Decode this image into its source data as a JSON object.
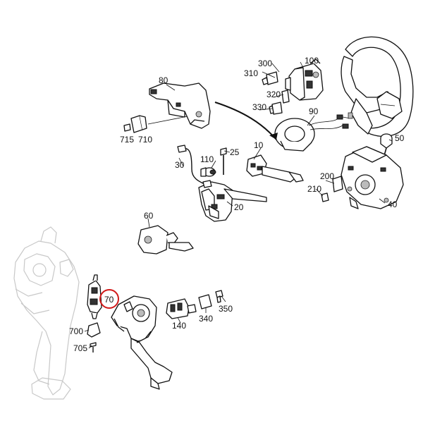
{
  "labels": {
    "p30": "30",
    "p110": "110",
    "p25": "25",
    "p20": "20",
    "p60": "60",
    "p70": "70",
    "p700": "700",
    "p705": "705",
    "p140": "140",
    "p340": "340",
    "p350": "350",
    "p80": "80",
    "p715": "715",
    "p710": "710",
    "p300": "300",
    "p310": "310",
    "p100": "100",
    "p320": "320",
    "p330": "330",
    "p90": "90",
    "p10": "10",
    "p50": "50",
    "p200": "200",
    "p210": "210",
    "p40": "40"
  },
  "highlight": {
    "part": "70",
    "color": "#d11a1a"
  }
}
